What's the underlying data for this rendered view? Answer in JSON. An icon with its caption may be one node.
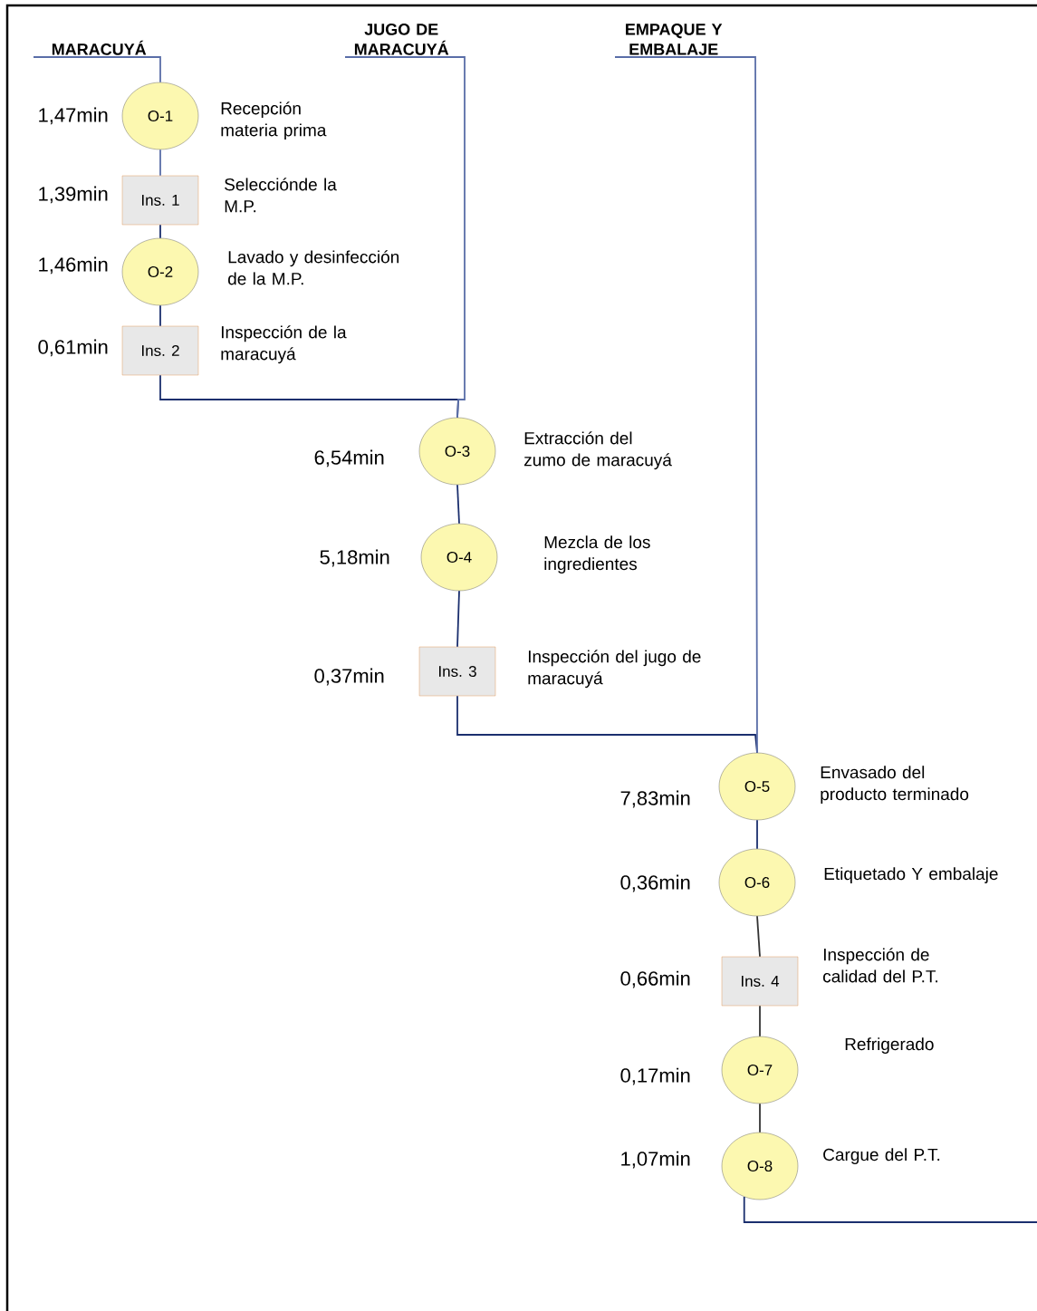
{
  "diagram": {
    "nodes": [
      {
        "text": [
          "MARACUYÁ"
        ]
      },
      {
        "text": [
          "O-1"
        ],
        "beside": [
          "1,47min",
          "Recepción materia prima"
        ]
      },
      {
        "text": [
          "Ins. 1"
        ],
        "beside": [
          "1,39min",
          "Selecciónde la M.P."
        ]
      },
      {
        "text": [
          "O-2"
        ],
        "beside": [
          "1,46min",
          "Lavado y desinfección de la M.P."
        ]
      },
      {
        "text": [
          "Ins. 2"
        ],
        "beside": [
          "0,61min",
          "Inspección de la maracuyá"
        ]
      },
      {
        "text": [
          "JUGO DE MARACUYÁ"
        ]
      },
      {
        "text": [
          "O-3"
        ],
        "beside": [
          "6,54min",
          "Extracción del zumo de maracuyá"
        ]
      },
      {
        "text": [
          "O-4"
        ],
        "beside": [
          "5,18min",
          "Mezcla de los ingredientes"
        ]
      },
      {
        "text": [
          "Ins. 3"
        ],
        "beside": [
          "0,37min",
          "Inspección del jugo de maracuyá"
        ]
      },
      {
        "text": [
          "EMPAQUE Y EMBALAJE"
        ]
      },
      {
        "text": [
          "O-5"
        ],
        "beside": [
          "7,83min",
          "Envasado del producto terminado"
        ]
      },
      {
        "text": [
          "O-6"
        ],
        "beside": [
          "0,36min",
          "Etiquetado Y embalaje"
        ]
      },
      {
        "text": [
          "Ins. 4"
        ],
        "beside": [
          "0,66min",
          "Inspección de calidad del P.T."
        ]
      },
      {
        "text": [
          "O-7"
        ],
        "beside": [
          "0,17min",
          "Refrigerado"
        ]
      },
      {
        "text": [
          "O-8"
        ],
        "beside": [
          "1,07min",
          "Cargue del P.T."
        ]
      }
    ],
    "edges": [
      {
        "from": 0,
        "to": 1,
        "arrow": "none",
        "color": "#5a6ea8"
      },
      {
        "from": 1,
        "to": 2,
        "arrow": "none",
        "color": "#5a6ea8"
      },
      {
        "from": 2,
        "to": 3,
        "arrow": "none"
      },
      {
        "from": 3,
        "to": 4,
        "arrow": "none"
      },
      {
        "from": 4,
        "to": 6,
        "arrow": "none"
      },
      {
        "from": 5,
        "to": 6,
        "arrow": "none",
        "color": "#5a6ea8"
      },
      {
        "from": 6,
        "to": 7,
        "arrow": "none"
      },
      {
        "from": 7,
        "to": 8,
        "arrow": "none"
      },
      {
        "from": 8,
        "to": 10,
        "arrow": "none"
      },
      {
        "from": 9,
        "to": 10,
        "arrow": "none",
        "color": "#5a6ea8"
      },
      {
        "from": 10,
        "to": 11,
        "arrow": "none"
      },
      {
        "from": 11,
        "to": 12,
        "arrow": "none",
        "color": "#333333"
      },
      {
        "from": 12,
        "to": 13,
        "arrow": "none",
        "color": "#333333"
      },
      {
        "from": 13,
        "to": 14,
        "arrow": "none",
        "color": "#333333"
      },
      {
        "from": 14,
        "to": null,
        "arrow": "none"
      }
    ]
  }
}
